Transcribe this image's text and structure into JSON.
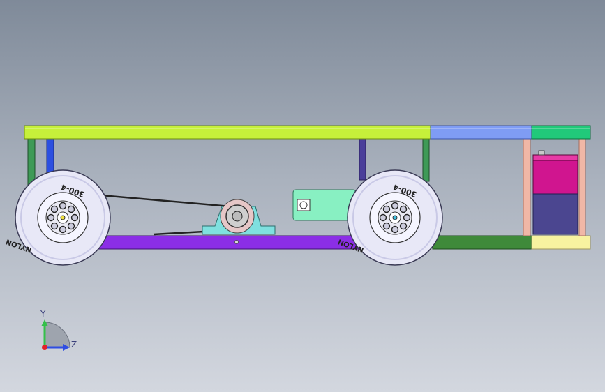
{
  "colors": {
    "top_rail_main": "#c6f03a",
    "top_rail_mid": "#7f9cf4",
    "top_rail_end": "#21c97a",
    "bottom_rail": "#8b2ee6",
    "bottom_rail_mid": "#3f8a3a",
    "bottom_rail_end": "#f7f2a0",
    "upright_green": "#3e9a57",
    "upright_blue": "#2c4fe0",
    "upright_indigo": "#4a3e9a",
    "upright_pink": "#f0b7a6",
    "tire": "#e8e8f7",
    "motor": "#88f0c2",
    "bearing_block": "#7fe0df",
    "battery_top": "#d0158f",
    "battery_bottom": "#4b4690",
    "axis_y": "#35c04a",
    "axis_z": "#2f4de2",
    "axis_origin": "#e0222a"
  },
  "tires": {
    "left_sidewall_text": "300-4",
    "left_brand_text": "NYLON",
    "right_sidewall_text": "300-4",
    "right_brand_text": "NYLON"
  },
  "triad": {
    "y_label": "Y",
    "z_label": "Z"
  }
}
